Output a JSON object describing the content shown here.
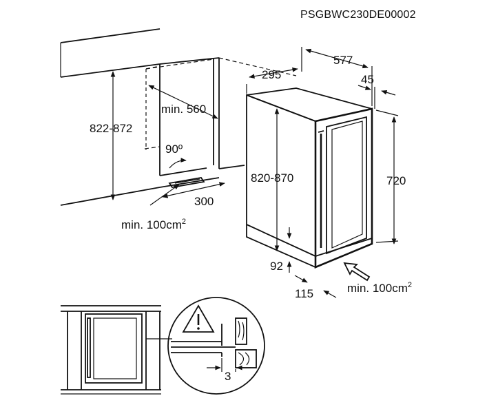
{
  "document_code": "PSGBWC230DE00002",
  "dimensions": {
    "niche_height": "822-872",
    "min_depth": "min. 560",
    "angle": "90º",
    "vent_depth": "300",
    "vent_area_left": "min. 100cm",
    "vent_area_left_sup": "2",
    "total_depth": "577",
    "depth_295": "295",
    "door_45": "45",
    "appliance_height": "820-870",
    "door_height": "720",
    "plinth_92": "92",
    "plinth_115": "115",
    "vent_area_right": "min. 100cm",
    "vent_area_right_sup": "2",
    "gap_3": "3"
  },
  "colors": {
    "line": "#111111",
    "background": "#ffffff",
    "fill_light": "#f0f0f0"
  },
  "icons": {
    "warning": "warning-triangle-icon",
    "arrow": "airflow-arrow-icon"
  }
}
